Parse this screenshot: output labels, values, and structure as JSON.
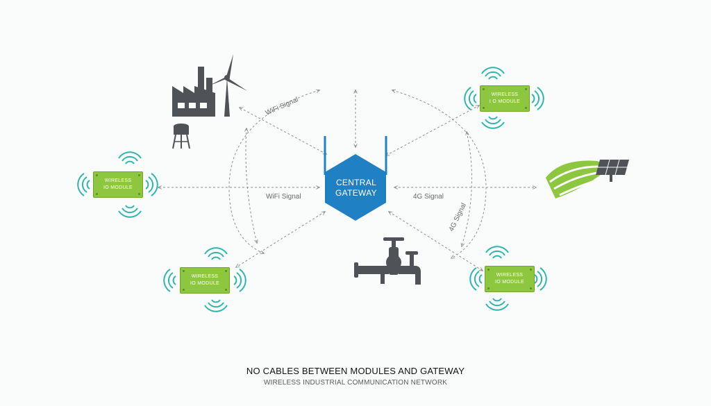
{
  "gateway": {
    "line1": "CENTRAL",
    "line2": "GATEWAY"
  },
  "modules": [
    {
      "line1": "WIRELESS",
      "line2": "I O MODULE"
    },
    {
      "line1": "WIRELESS",
      "line2": "IO MODULE"
    },
    {
      "line1": "WIRELESS",
      "line2": "IO MODULE"
    },
    {
      "line1": "WIRELESS",
      "line2": "IO MODULE"
    }
  ],
  "signals": {
    "wifi_upper": "WiFi Signal",
    "wifi_left": "WiFi Signal",
    "g4_right": "4G Signal",
    "g4_lower": "4G Signal"
  },
  "footer": {
    "title": "NO CABLES BETWEEN MODULES AND GATEWAY",
    "subtitle": "WIRELESS INDUSTRIAL COMMUNICATION NETWORK"
  },
  "colors": {
    "gateway": "#1f80c3",
    "module": "#8dc63f",
    "wave": "#2fb5ad",
    "icon": "#4f5357",
    "line": "#8a8e92"
  },
  "icons": [
    "factory-icon",
    "wind-turbine-icon",
    "water-tower-icon",
    "solar-farm-icon",
    "pipe-valve-icon",
    "wireless-waves-icon"
  ]
}
